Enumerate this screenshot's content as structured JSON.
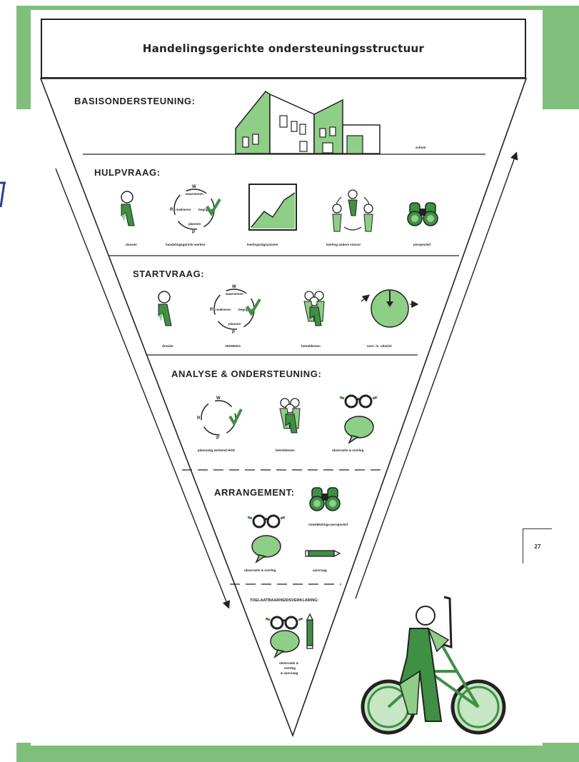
{
  "title": "Handelingsgerichte ondersteuningsstructuur",
  "page_number": "27",
  "colors": {
    "green": "#3f8f45",
    "light_green": "#8fce87",
    "band": "#7fbf7b",
    "ink": "#222222"
  },
  "sections": {
    "basis": {
      "heading": "BASISONDERSTEUNING:",
      "school_label": "school"
    },
    "hulpvraag": {
      "heading": "HULPVRAAG:",
      "items": [
        "dossier",
        "handelingsgericht werken",
        "leerlingvolgsysteem",
        "leerling andere school",
        "perspectief"
      ]
    },
    "startvraag": {
      "heading": "STARTVRAAG:",
      "items": [
        "dossier",
        "HGDINGA",
        "betrokkenen",
        "over- in- uitzicht"
      ]
    },
    "analyse": {
      "heading": "ANALYSE & ONDERSTEUNING:",
      "items": [
        "planmatig werkend HGD",
        "betrokkenen",
        "observatie & overleg"
      ]
    },
    "arrangement": {
      "heading": "ARRANGEMENT:",
      "items": [
        "ontwikkelings-perspectief",
        "observatie & overleg",
        "aanvraag"
      ]
    },
    "tlv": {
      "heading": "TOELAATBAARHEIDSVERKLARING:",
      "item_lines": [
        "observatie &",
        "overleg",
        "& aanvraag"
      ]
    }
  },
  "cycle_letters": {
    "top": "W",
    "left": "R",
    "bottom": "P",
    "top_word": "waarnemen",
    "left_word": "realiseren",
    "right_word": "begrijpen",
    "bottom_word": "plannen"
  }
}
